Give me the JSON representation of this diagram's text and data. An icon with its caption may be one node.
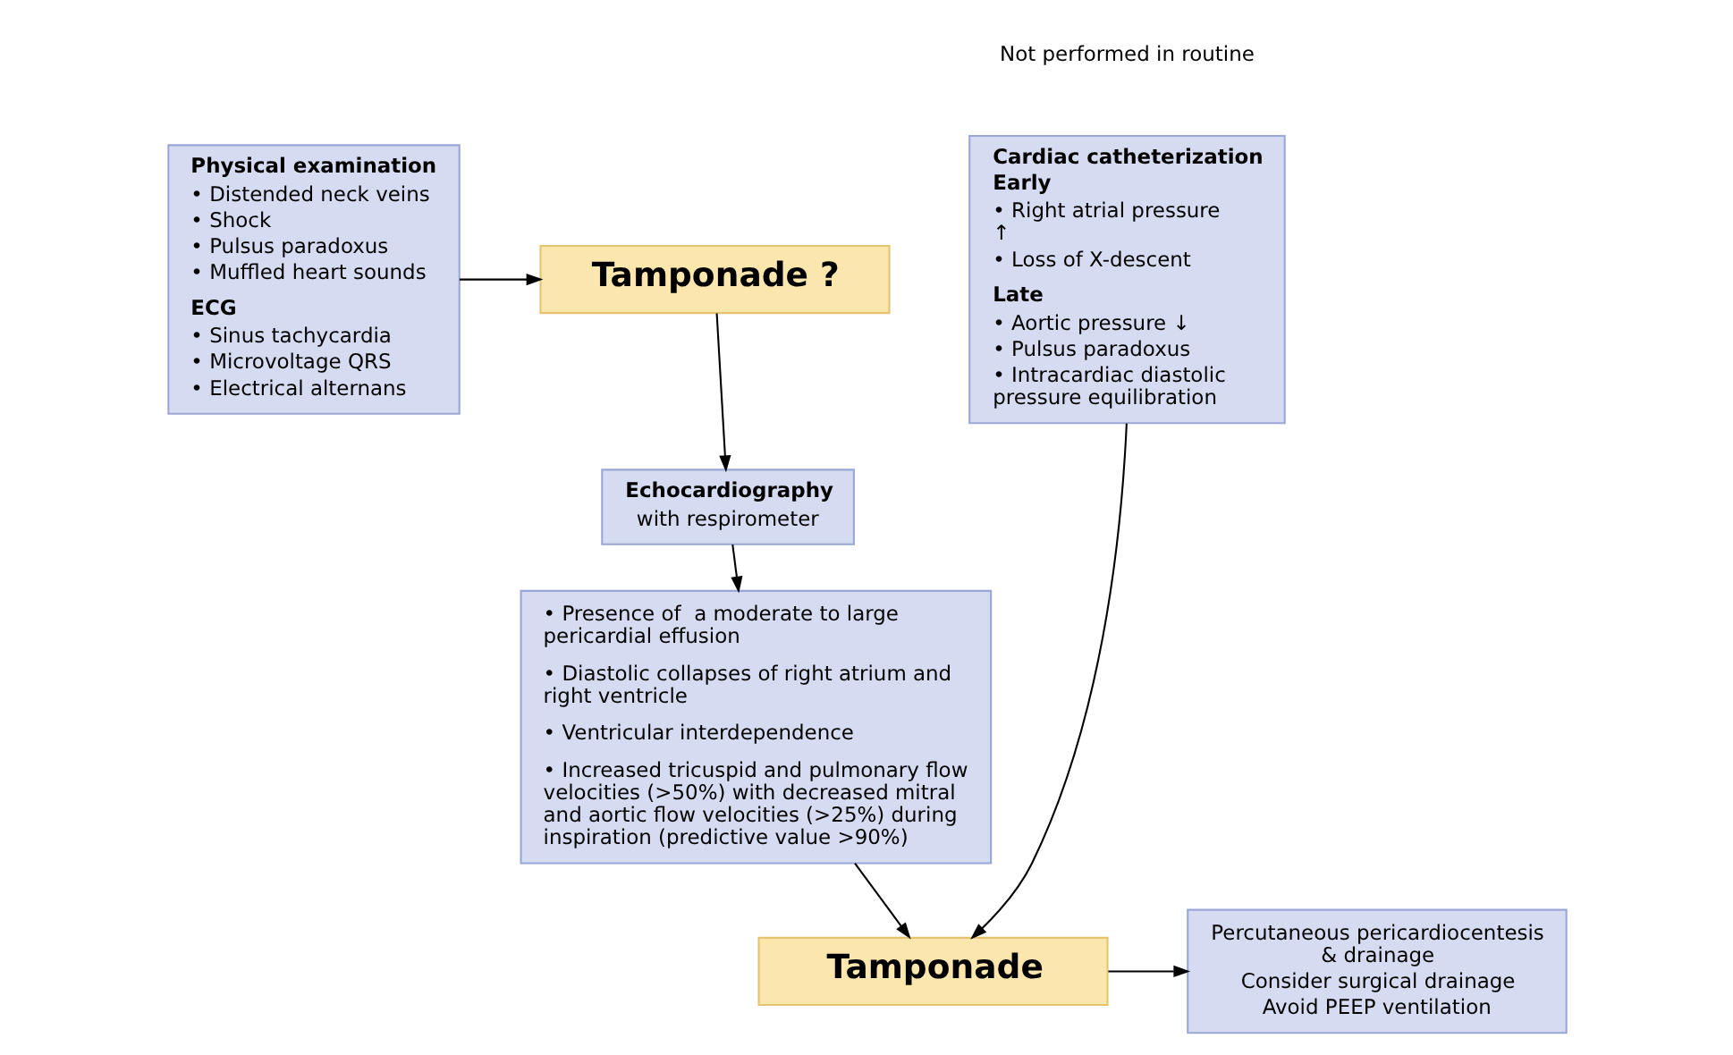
{
  "diagram": {
    "nodes": [
      {
        "text": [
          "Physical examination",
          "• Distended neck veins",
          "• Shock",
          "• Pulsus paradoxus",
          "• Muffled heart sounds",
          "ECG",
          "• Sinus tachycardia",
          "• Microvoltage QRS",
          "• Electrical alternans"
        ]
      },
      {
        "text": [
          "Tamponade ?"
        ]
      },
      {
        "text": [
          "Echocardiography",
          "with respirometer"
        ]
      },
      {
        "text": [
          "• Presence of  a moderate to large pericardial effusion",
          "• Diastolic collapses of right atrium and right ventricle",
          "• Ventricular interdependence",
          "• Increased tricuspid and pulmonary flow velocities (>50%) with decreased mitral and aortic flow velocities (>25%) during inspiration (predictive value >90%)"
        ]
      },
      {
        "text": [
          "Tamponade"
        ]
      },
      {
        "text": [
          "Percutaneous pericardiocentesis & drainage",
          "Consider surgical drainage",
          "Avoid PEEP ventilation"
        ]
      },
      {
        "text": [
          "Cardiac catheterization",
          "Early",
          "• Right atrial pressure ↑",
          "• Loss of X-descent",
          "Late",
          "• Aortic pressure ↓",
          "• Pulsus paradoxus",
          "• Intracardiac diastolic pressure equilibration"
        ],
        "beside": [
          "Not performed in routine"
        ]
      }
    ],
    "edges": [
      {
        "from": 0,
        "to": 1,
        "arrow": "to"
      },
      {
        "from": 1,
        "to": 2,
        "arrow": "to"
      },
      {
        "from": 2,
        "to": 3,
        "arrow": "to"
      },
      {
        "from": 3,
        "to": 4,
        "arrow": "to"
      },
      {
        "from": 6,
        "to": 4,
        "arrow": "to"
      },
      {
        "from": 4,
        "to": 5,
        "arrow": "to"
      }
    ]
  }
}
